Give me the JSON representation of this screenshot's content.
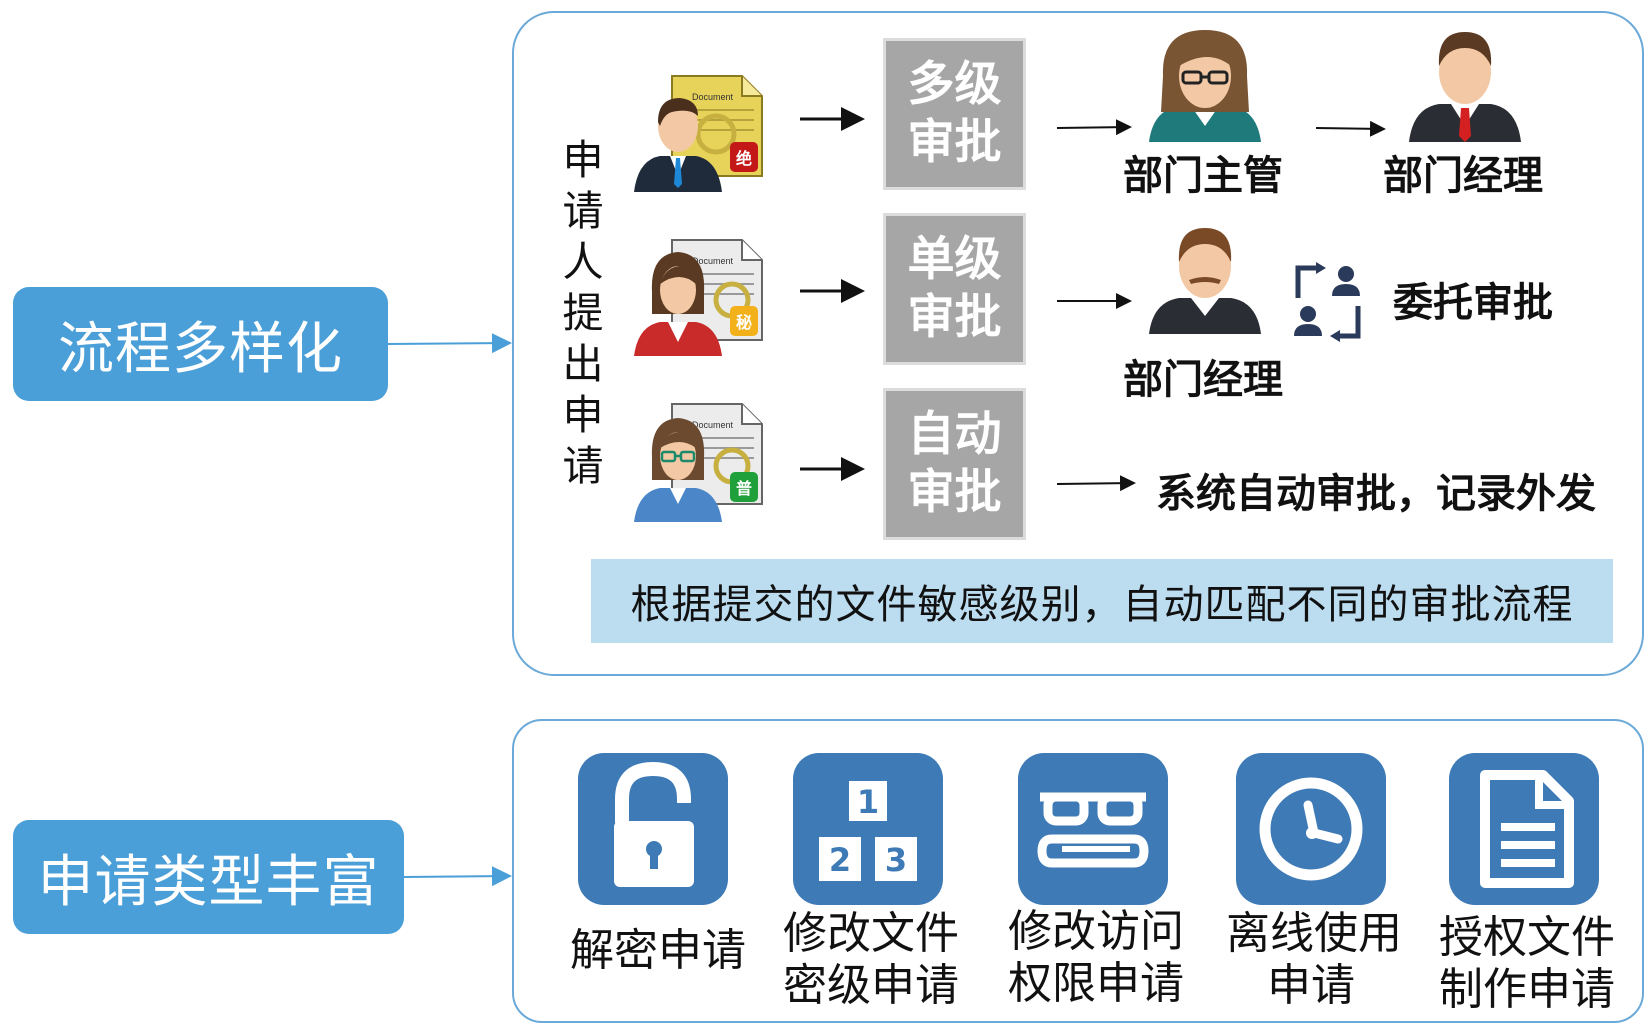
{
  "left_labels": {
    "diverse": "流程多样化",
    "rich": "申请类型丰富"
  },
  "applicant_vertical": [
    "申",
    "请",
    "人",
    "提",
    "出",
    "申",
    "请"
  ],
  "badges": {
    "top": "绝",
    "mid": "秘",
    "bot": "普"
  },
  "doc_word": "Document",
  "flows": [
    {
      "box": [
        "多级",
        "审批"
      ],
      "approver1": "部门主管",
      "approver2": "部门经理"
    },
    {
      "box": [
        "单级",
        "审批"
      ],
      "approver": "部门经理",
      "delegate": "委托审批"
    },
    {
      "box": [
        "自动",
        "审批"
      ],
      "result": "系统自动审批，记录外发"
    }
  ],
  "band_text": "根据提交的文件敏感级别，自动匹配不同的审批流程",
  "apply_types": [
    {
      "lines": [
        "解密申请"
      ],
      "icon": "unlock-icon"
    },
    {
      "lines": [
        "修改文件",
        "密级申请"
      ],
      "icon": "levels-icon"
    },
    {
      "lines": [
        "修改访问",
        "权限申请"
      ],
      "icon": "glasses-book-icon"
    },
    {
      "lines": [
        "离线使用",
        "申请"
      ],
      "icon": "clock-icon"
    },
    {
      "lines": [
        "授权文件",
        "制作申请"
      ],
      "icon": "document-icon"
    }
  ],
  "colors": {
    "pill": "#4a9fd8",
    "tile": "#3d7ab6",
    "band": "#bcdcf0",
    "gray_box": "#a6a6a6",
    "panel_border": "#6aa9d8"
  }
}
